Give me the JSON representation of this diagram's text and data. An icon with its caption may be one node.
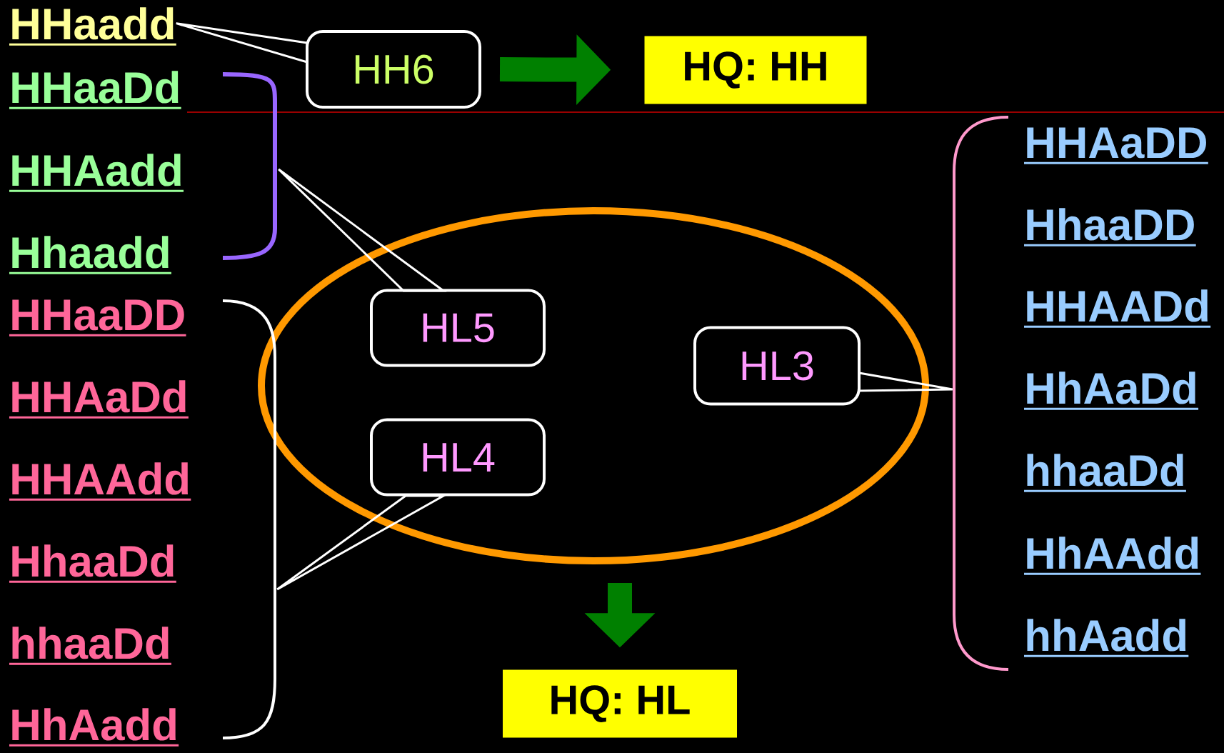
{
  "diagram": {
    "nodes": [
      {
        "text": [
          "HHaadd"
        ]
      },
      {
        "text": [
          "HH6"
        ]
      },
      {
        "text": [
          "HQ: HH"
        ]
      },
      {
        "text": [
          "HHaaDd"
        ]
      },
      {
        "text": [
          "HHAadd"
        ]
      },
      {
        "text": [
          "Hhaadd"
        ]
      },
      {
        "text": [
          "HHaaDD"
        ]
      },
      {
        "text": [
          "HHAaDd"
        ]
      },
      {
        "text": [
          "HHAAdd"
        ]
      },
      {
        "text": [
          "HhaaDd"
        ]
      },
      {
        "text": [
          "hhaaDd"
        ]
      },
      {
        "text": [
          "HhAadd"
        ]
      },
      {
        "text": [],
        "shape": "ellipse"
      },
      {
        "text": [
          "HL5"
        ],
        "in": 12
      },
      {
        "text": [
          "HL3"
        ],
        "in": 12
      },
      {
        "text": [
          "HL4"
        ],
        "in": 12
      },
      {
        "text": [
          "HHAaDD"
        ]
      },
      {
        "text": [
          "HhaaDD"
        ]
      },
      {
        "text": [
          "HHAADd"
        ]
      },
      {
        "text": [
          "HhAaDd"
        ]
      },
      {
        "text": [
          "hhaaDd"
        ]
      },
      {
        "text": [
          "HhAAdd"
        ]
      },
      {
        "text": [
          "hhAadd"
        ]
      },
      {
        "text": [
          "HQ: HL"
        ]
      },
      {
        "text": [],
        "shape": "bracket"
      },
      {
        "text": [],
        "shape": "bracket"
      },
      {
        "text": [],
        "shape": "bracket"
      }
    ],
    "edges": [
      {
        "from": 1,
        "to": 0,
        "arrow": "none"
      },
      {
        "from": 1,
        "to": 2,
        "arrow": "to",
        "style": "thick",
        "color": "#008000"
      },
      {
        "from": 13,
        "to": 24,
        "arrow": "none"
      },
      {
        "from": 15,
        "to": 25,
        "arrow": "none"
      },
      {
        "from": 14,
        "to": 26,
        "arrow": "none"
      },
      {
        "from": 12,
        "to": 23,
        "arrow": "to",
        "style": "thick",
        "color": "#008000"
      }
    ]
  }
}
